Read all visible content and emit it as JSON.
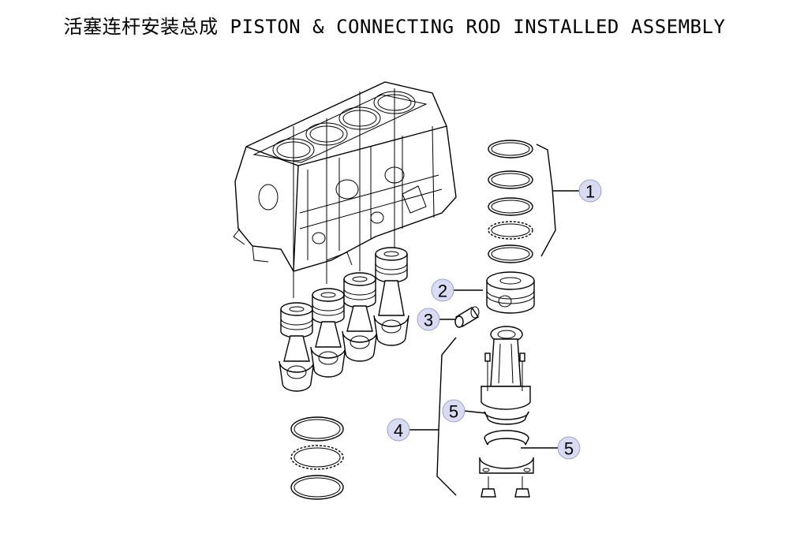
{
  "title": "活塞连杆安装总成 PISTON & CONNECTING ROD INSTALLED ASSEMBLY",
  "callout_color": "#d8dbf2",
  "callouts": [
    {
      "id": "1",
      "label": "1"
    },
    {
      "id": "2",
      "label": "2"
    },
    {
      "id": "3",
      "label": "3"
    },
    {
      "id": "4",
      "label": "4"
    },
    {
      "id": "5a",
      "label": "5"
    },
    {
      "id": "5b",
      "label": "5"
    }
  ]
}
